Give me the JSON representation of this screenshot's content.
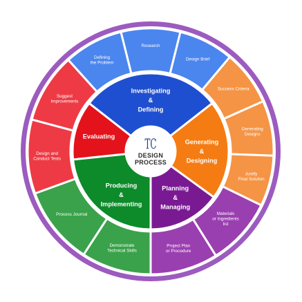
{
  "center": {
    "logo_letters": "TC",
    "line1": "DESIGN",
    "line2": "PROCESS"
  },
  "phases": [
    {
      "key": "investigating",
      "lines": [
        "Investigating",
        "&",
        "Defining"
      ],
      "color": "#1f4fd1"
    },
    {
      "key": "generating",
      "lines": [
        "Generating",
        "&",
        "Designing"
      ],
      "color": "#f57c12"
    },
    {
      "key": "planning",
      "lines": [
        "Planning",
        "&",
        "Managing"
      ],
      "color": "#7a1a93"
    },
    {
      "key": "producing",
      "lines": [
        "Producing",
        "&",
        "Implementing"
      ],
      "color": "#0d8a2a"
    },
    {
      "key": "evaluating",
      "lines": [
        "Evaluating"
      ],
      "color": "#e4121b"
    }
  ],
  "steps": [
    {
      "key": "research",
      "phase": "investigating",
      "lines": [
        "Research"
      ]
    },
    {
      "key": "design-brief",
      "phase": "investigating",
      "lines": [
        "Design Brief"
      ]
    },
    {
      "key": "success-criteria",
      "phase": "generating",
      "lines": [
        "Success Criteria"
      ]
    },
    {
      "key": "generating-designs",
      "phase": "generating",
      "lines": [
        "Generating",
        "Designs"
      ]
    },
    {
      "key": "justify-final-solution",
      "phase": "generating",
      "lines": [
        "Justify",
        "Final Solution"
      ]
    },
    {
      "key": "materials-or-ingredients-list",
      "phase": "planning",
      "lines": [
        "Materials",
        "or Ingredients",
        "list"
      ]
    },
    {
      "key": "project-plan-or-procedure",
      "phase": "planning",
      "lines": [
        "Project Plan",
        "or Procedure"
      ]
    },
    {
      "key": "demonstrate-technical-skills",
      "phase": "producing",
      "lines": [
        "Demonstrate",
        "Technical Skills"
      ]
    },
    {
      "key": "process-journal",
      "phase": "producing",
      "lines": [
        "Process Journal"
      ]
    },
    {
      "key": "design-and-conduct-tests",
      "phase": "evaluating",
      "lines": [
        "Design and",
        "Conduct Tests"
      ]
    },
    {
      "key": "suggest-improvements",
      "phase": "evaluating",
      "lines": [
        "Suggest",
        "Improvements"
      ]
    },
    {
      "key": "defining-the-problem",
      "phase": "investigating",
      "lines": [
        "Defining",
        "the Problem"
      ]
    }
  ],
  "colors": {
    "ring": "#9c5bbf",
    "investigating_light": "#4b86ee",
    "generating_light": "#f59445",
    "planning_light": "#9a3fb0",
    "producing_light": "#3aa24a",
    "evaluating_light": "#ee3a44",
    "white": "#ffffff"
  }
}
